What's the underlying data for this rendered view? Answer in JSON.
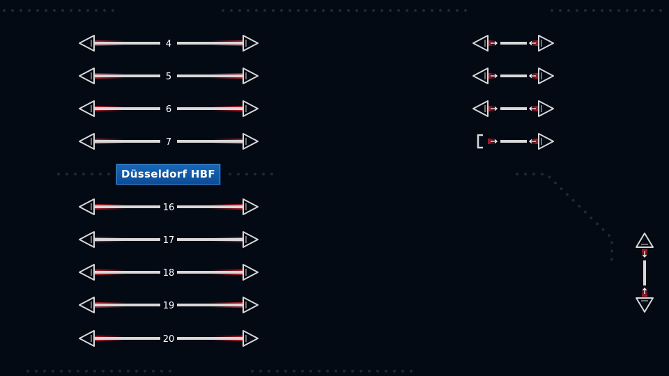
{
  "station": {
    "name": "Düsseldorf HBF"
  },
  "left_tracks": [
    {
      "number": "4"
    },
    {
      "number": "5"
    },
    {
      "number": "6"
    },
    {
      "number": "7"
    },
    {
      "number": "16"
    },
    {
      "number": "17"
    },
    {
      "number": "18"
    },
    {
      "number": "19"
    },
    {
      "number": "20"
    }
  ],
  "right_tracks": [
    {
      "left_end": "arrow"
    },
    {
      "left_end": "arrow"
    },
    {
      "left_end": "arrow"
    },
    {
      "left_end": "buffer"
    }
  ],
  "vertical_track": {
    "ends": [
      "arrow-up",
      "arrow-down"
    ]
  },
  "colors": {
    "background": "#040a14",
    "rail": "#d8d8d8",
    "rail_glow": "#c0202c",
    "dot_trail": "#1a2a3a",
    "label_bg": "#1766b8",
    "text": "#ffffff"
  }
}
